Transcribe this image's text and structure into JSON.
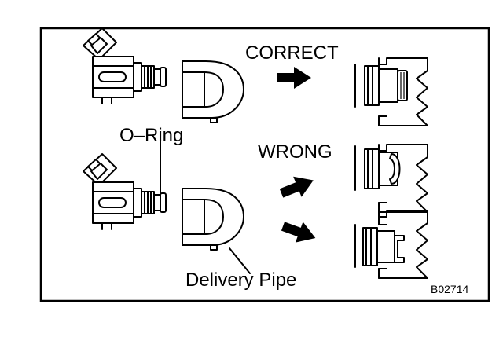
{
  "labels": {
    "correct": "CORRECT",
    "wrong": "WRONG",
    "o_ring": "O–Ring",
    "delivery_pipe": "Delivery Pipe",
    "figure_code": "B02714"
  }
}
